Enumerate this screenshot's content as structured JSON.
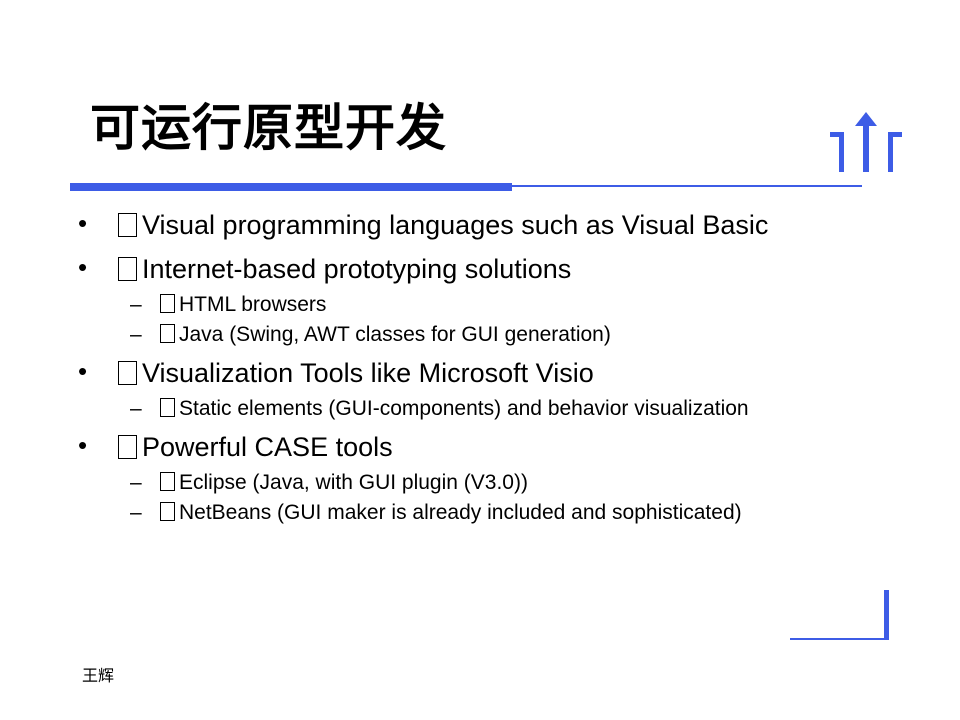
{
  "slide": {
    "title": "可运行原型开发",
    "author": "王辉"
  },
  "colors": {
    "accent": "#3d5ce6"
  },
  "icons": {
    "logo": "arrow-up-logo-icon",
    "bullet_box": "missing-glyph-box-icon"
  },
  "bullets": [
    {
      "text": "Visual programming languages such as Visual Basic",
      "level": 1
    },
    {
      "text": "Internet-based prototyping solutions",
      "level": 1
    },
    {
      "text": "HTML browsers",
      "level": 2
    },
    {
      "text": "Java (Swing, AWT classes for GUI generation)",
      "level": 2
    },
    {
      "text": "Visualization Tools like Microsoft Visio",
      "level": 1
    },
    {
      "text": "Static elements (GUI-components) and behavior visualization",
      "level": 2
    },
    {
      "text": "Powerful CASE tools",
      "level": 1
    },
    {
      "text": "Eclipse (Java, with GUI plugin (V3.0))",
      "level": 2
    },
    {
      "text": "NetBeans (GUI maker is already included and sophisticated)",
      "level": 2
    }
  ],
  "markers": {
    "level1": "•",
    "level2": "–"
  }
}
